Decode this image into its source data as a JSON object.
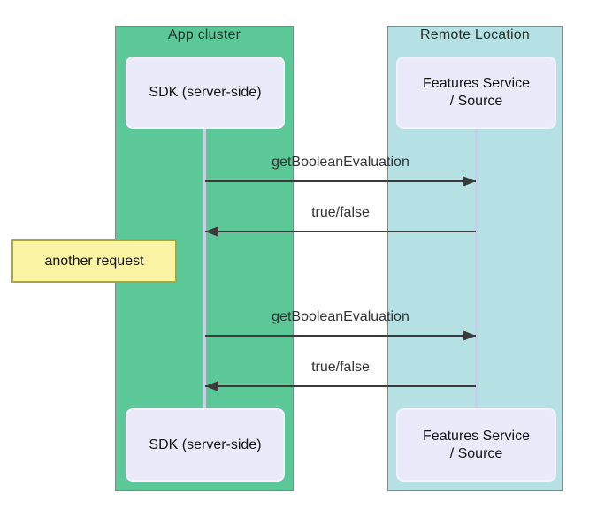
{
  "diagram": {
    "type": "sequence",
    "groups": [
      {
        "label": "App cluster",
        "color": "#5cc897"
      },
      {
        "label": "Remote Location",
        "color": "#b5e0e4"
      }
    ],
    "participants": {
      "sdk_top": "SDK (server-side)",
      "features_top": "Features Service\n/ Source",
      "sdk_bottom": "SDK (server-side)",
      "features_bottom": "Features Service\n/ Source"
    },
    "messages": [
      {
        "label": "getBooleanEvaluation",
        "from": "SDK (server-side)",
        "to": "Features Service / Source",
        "direction": "right"
      },
      {
        "label": "true/false",
        "from": "Features Service / Source",
        "to": "SDK (server-side)",
        "direction": "left"
      },
      {
        "label": "getBooleanEvaluation",
        "from": "SDK (server-side)",
        "to": "Features Service / Source",
        "direction": "right"
      },
      {
        "label": "true/false",
        "from": "Features Service / Source",
        "to": "SDK (server-side)",
        "direction": "left"
      }
    ],
    "note": {
      "label": "another request",
      "position": "left-of-sdk"
    }
  },
  "colors": {
    "group_app": "#5cc897",
    "group_remote": "#b5e0e4",
    "participant_fill": "#eaeafb",
    "lifeline": "#cfc9ec",
    "arrow": "#3b3b3b",
    "note_fill": "#fbf4a4",
    "note_border": "#a8a83c"
  }
}
